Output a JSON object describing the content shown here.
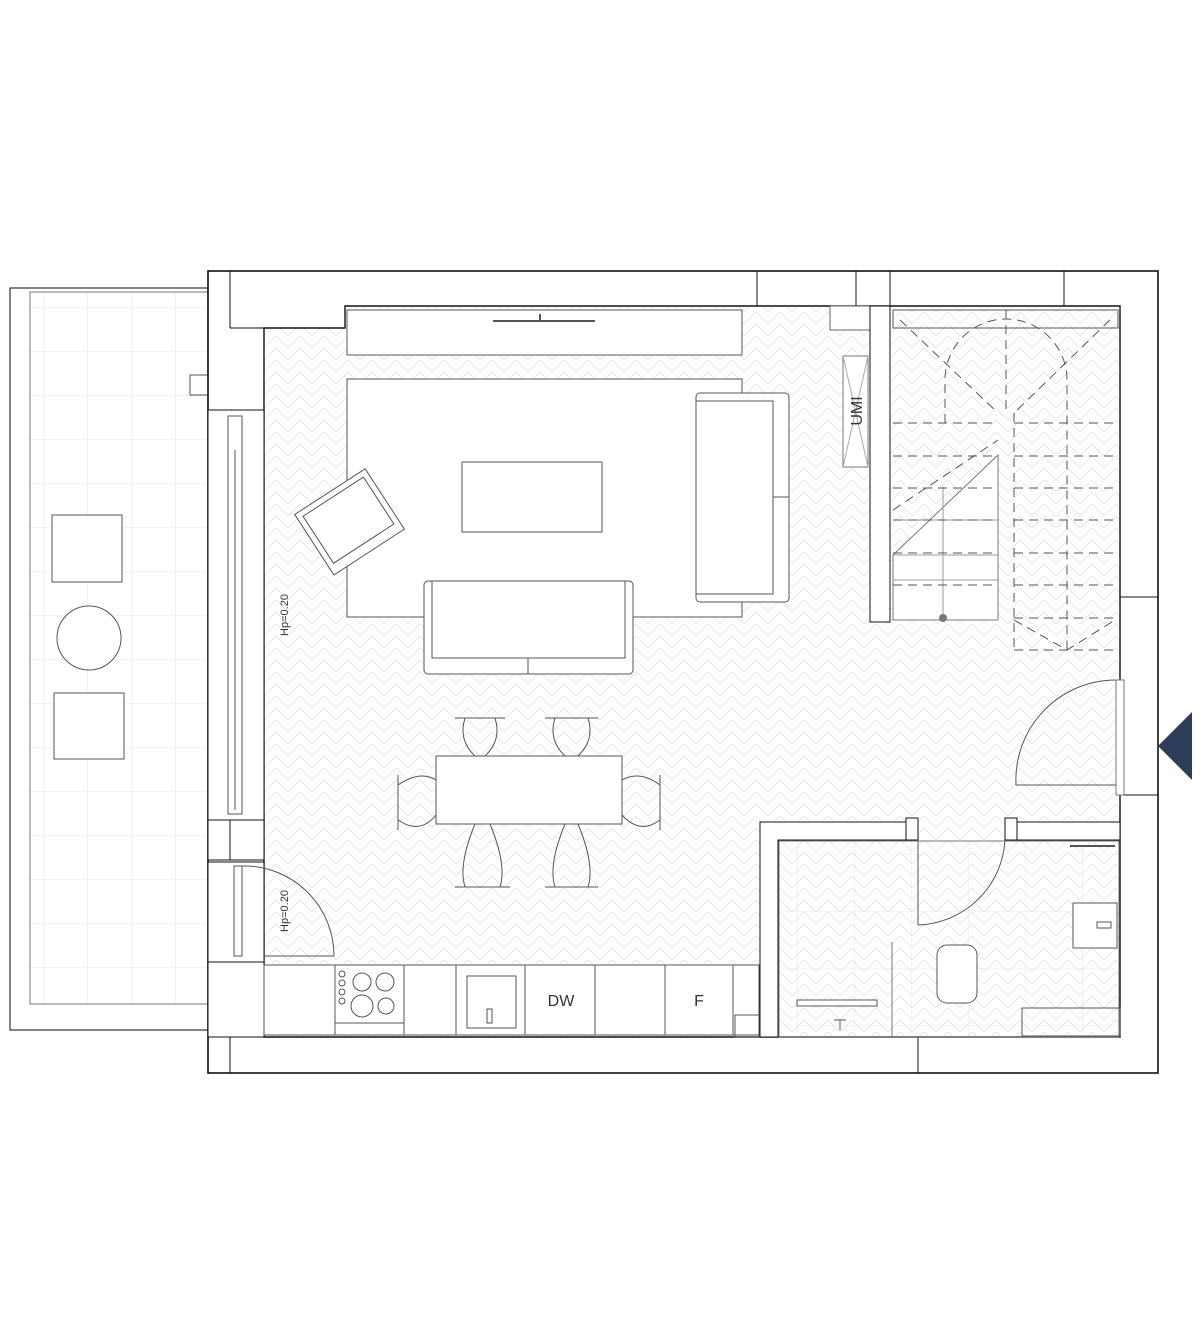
{
  "plan": {
    "storage_label": "UMI",
    "window_sill_label_1": "Hp=0.20",
    "window_sill_label_2": "Hp=0.20",
    "dishwasher_label": "DW",
    "fridge_label": "F"
  },
  "colors": {
    "entrance_marker": "#2c3e5a",
    "wall": "#111111",
    "lines": "#555555"
  }
}
